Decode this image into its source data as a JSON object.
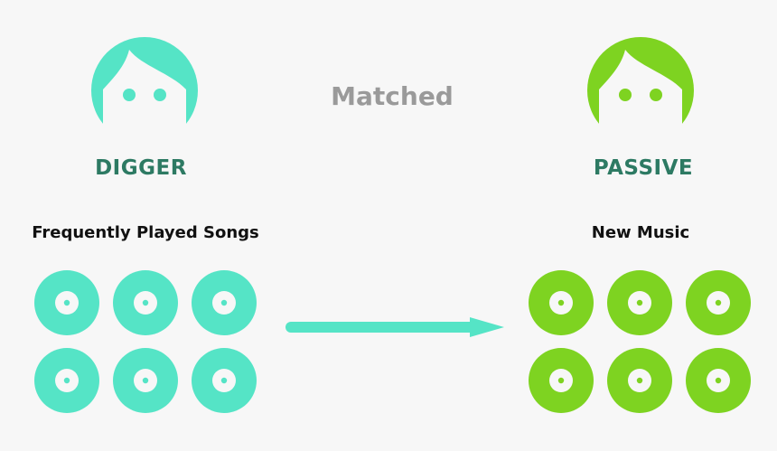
{
  "title": "Matched",
  "digger": {
    "label": "DIGGER",
    "section_label": "Frequently Played Songs",
    "color": "#55e4c6",
    "icon": "face-icon"
  },
  "passive": {
    "label": "PASSIVE",
    "section_label": "New Music",
    "color": "#7ed321",
    "icon": "face-icon"
  },
  "disc_icon": "vinyl-record-icon",
  "arrow_icon": "arrow-right-icon",
  "arrow_color": "#55e4c6"
}
